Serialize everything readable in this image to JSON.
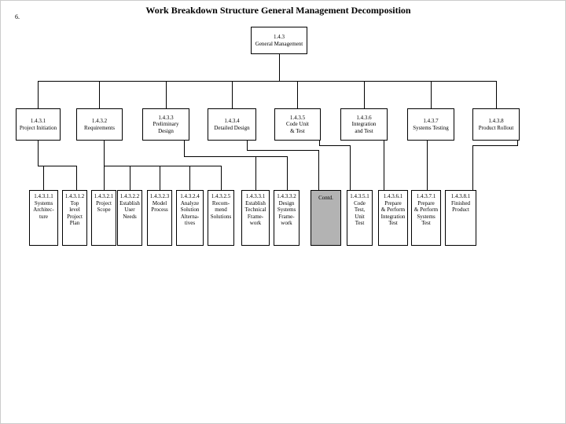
{
  "page": {
    "title": "Work Breakdown Structure General Management Decomposition",
    "corner_label": "6."
  },
  "colors": {
    "box_border": "#000000",
    "box_fill": "#ffffff",
    "contd_fill": "#b3b3b3"
  },
  "tree": {
    "root": {
      "lines": [
        "1.4.3",
        "General Management"
      ]
    },
    "level2": [
      {
        "lines": [
          "1.4.3.1",
          "Project Initiation"
        ]
      },
      {
        "lines": [
          "1.4.3.2",
          "Requirements"
        ]
      },
      {
        "lines": [
          "1.4.3.3",
          "Preliminary",
          "Design"
        ]
      },
      {
        "lines": [
          "1.4.3.4",
          "Detailed Design"
        ]
      },
      {
        "lines": [
          "1.4.3.5",
          "Code Unit",
          "& Test"
        ]
      },
      {
        "lines": [
          "1.4.3.6",
          "Integration",
          "and Test"
        ]
      },
      {
        "lines": [
          "1.4.3.7",
          "Systems Testing"
        ]
      },
      {
        "lines": [
          "1.4.3.8",
          "Product Rollout"
        ]
      }
    ],
    "level3": [
      {
        "lines": [
          "1.4.3.1.1",
          "Systems",
          "Architec-",
          "ture"
        ]
      },
      {
        "lines": [
          "1.4.3.1.2",
          "Top",
          "level",
          "Project",
          "Plan"
        ]
      },
      {
        "lines": [
          "1.4.3.2.1",
          "Project",
          "Scope"
        ]
      },
      {
        "lines": [
          "1.4.3.2.2",
          "Establish",
          "User",
          "Needs"
        ]
      },
      {
        "lines": [
          "1.4.3.2.3",
          "Model",
          "Process"
        ]
      },
      {
        "lines": [
          "1.4.3.2.4",
          "Analyze",
          "Solution",
          "Alterna-",
          "tives"
        ]
      },
      {
        "lines": [
          "1.4.3.2.5",
          "Recom-",
          "mend",
          "Solutions"
        ]
      },
      {
        "lines": [
          "1.4.3.3.1",
          "Establish",
          "Technical",
          "Frame-",
          "work"
        ]
      },
      {
        "lines": [
          "1.4.3.3.2",
          "Design",
          "Systems",
          "Frame-",
          "work"
        ]
      },
      {
        "lines": [
          "1.4.3.5.1",
          "Code",
          "Test,",
          "Unit",
          "Test"
        ]
      },
      {
        "lines": [
          "1.4.3.6.1",
          "Prepare",
          "& Perform",
          "Integration",
          "Test"
        ]
      },
      {
        "lines": [
          "1.4.3.7.1",
          "Prepare",
          "& Perform",
          "Systems",
          "Test"
        ]
      },
      {
        "lines": [
          "1.4.3.8.1",
          "Finished",
          "Product"
        ]
      }
    ],
    "contd": {
      "lines": [
        "Contd."
      ]
    }
  }
}
